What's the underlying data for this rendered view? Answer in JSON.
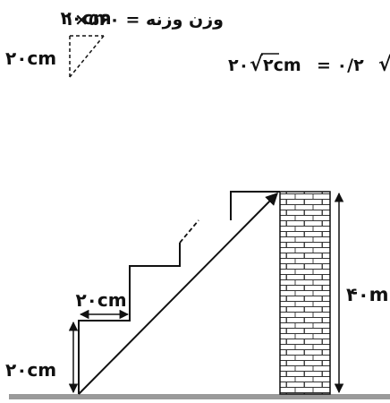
{
  "top_labels": {
    "triangle_top": "۲۰cm",
    "triangle_side": "۲۰cm",
    "weight_eq": "وزن وزنه = ۵۶۰×۱",
    "sqrt_eq_left": "۲۰",
    "sqrt_radicand": "۲cm",
    "sqrt_eq_mid": "= ۰/۲",
    "sqrt_symbol": "√"
  },
  "diagram_labels": {
    "step_width": "۲۰cm",
    "step_height": "۲۰cm",
    "wall_height": "۴۰m"
  },
  "colors": {
    "ink": "#111111",
    "wall_fill": "#ffffff",
    "ground": "#9a9a9a"
  }
}
